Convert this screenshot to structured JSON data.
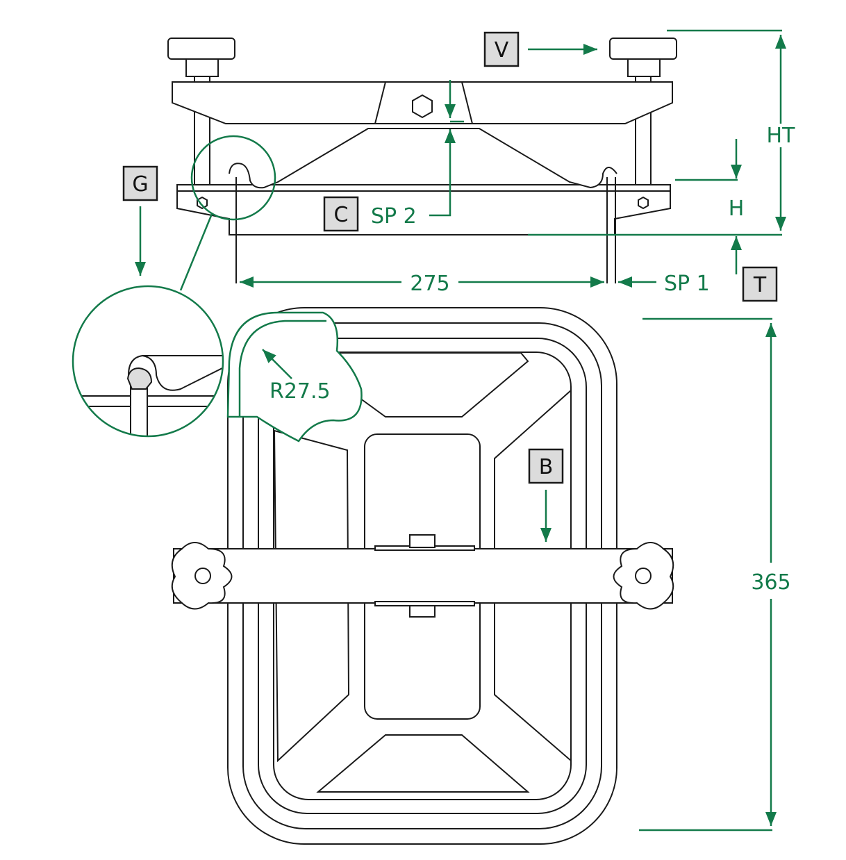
{
  "labels": {
    "V": "V",
    "G": "G",
    "C": "C",
    "B": "B",
    "T": "T"
  },
  "dimensions": {
    "sp2": "SP 2",
    "sp1": "SP 1",
    "ht": "HT",
    "h": "H",
    "width": "275",
    "radius": "R27.5",
    "height": "365"
  },
  "colors": {
    "dimension": "#137a4a",
    "label_box": "#dcdcdc"
  }
}
